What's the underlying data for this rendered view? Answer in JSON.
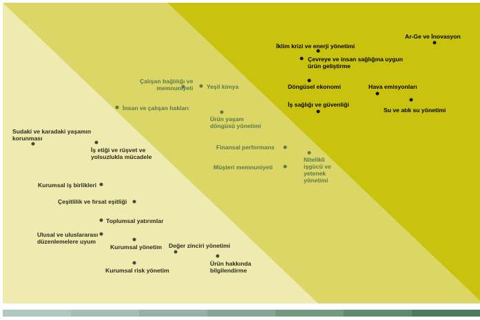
{
  "zones": {
    "light": {
      "color": "#efeab0"
    },
    "middle": {
      "color": "#dcd667"
    },
    "dark": {
      "color": "#c9c310"
    }
  },
  "scale_bar_colors": [
    "#b3c7c1",
    "#a6bcb4",
    "#98b0a5",
    "#87a695",
    "#739983",
    "#5e8a71",
    "#4c7c60"
  ],
  "light_zone_items": [
    {
      "id": "sudaki",
      "lines": [
        "Sudaki ve karadaki yaşamın",
        "korunması"
      ]
    },
    {
      "id": "is-etigi",
      "lines": [
        "İş etiği ve rüşvet ve",
        "yolsuzlukla mücadele"
      ]
    },
    {
      "id": "kurumsal-is",
      "lines": [
        "Kurumsal iş birlikleri"
      ]
    },
    {
      "id": "cesitlilik",
      "lines": [
        "Çeşitlilik ve fırsat eşitliği"
      ]
    },
    {
      "id": "toplumsal",
      "lines": [
        "Toplumsal yatırımlar"
      ]
    },
    {
      "id": "ulusal",
      "lines": [
        "Ulusal ve uluslararası",
        "düzenlemelere uyum"
      ]
    },
    {
      "id": "kurumsal-yonetim",
      "lines": [
        "Kurumsal yönetim"
      ]
    },
    {
      "id": "deger-zinciri",
      "lines": [
        "Değer zinciri yönetimi"
      ]
    },
    {
      "id": "kurumsal-risk",
      "lines": [
        "Kurumsal risk yönetim"
      ]
    },
    {
      "id": "urun-hakkinda",
      "lines": [
        "Ürün hakkında",
        "bilgilendirme"
      ]
    }
  ],
  "middle_zone_items": [
    {
      "id": "calisan-bagliligi",
      "lines": [
        "Çalışan bağlılığı ve",
        "memnuniyeti"
      ]
    },
    {
      "id": "yesil-kimya",
      "lines": [
        "Yeşil kimya"
      ]
    },
    {
      "id": "insan-calisan",
      "lines": [
        "İnsan ve çalışan hakları"
      ]
    },
    {
      "id": "urun-yasam",
      "lines": [
        "Ürün yaşam",
        "döngüsü yönetimi"
      ]
    },
    {
      "id": "finansal",
      "lines": [
        "Finansal performans"
      ]
    },
    {
      "id": "nitelikli",
      "lines": [
        "Nitelikli",
        "işgücü ve",
        "yetenek",
        "yönetimi"
      ]
    },
    {
      "id": "musteri",
      "lines": [
        "Müşteri memnuniyeti"
      ]
    }
  ],
  "dark_zone_items": [
    {
      "id": "ar-ge",
      "lines": [
        "Ar-Ge ve İnovasyon"
      ]
    },
    {
      "id": "iklim",
      "lines": [
        "İklim krizi  ve enerji yönetimi"
      ]
    },
    {
      "id": "cevreye",
      "lines": [
        "Çevreye ve insan sağlığına uygun",
        "ürün geliştirme"
      ]
    },
    {
      "id": "dongusel",
      "lines": [
        "Döngüsel ekonomi"
      ]
    },
    {
      "id": "hava",
      "lines": [
        "Hava emisyonları"
      ]
    },
    {
      "id": "is-sagligi",
      "lines": [
        "İş sağlığı ve güvenliği"
      ]
    },
    {
      "id": "su-atik",
      "lines": [
        "Su ve atık su yönetimi"
      ]
    }
  ]
}
